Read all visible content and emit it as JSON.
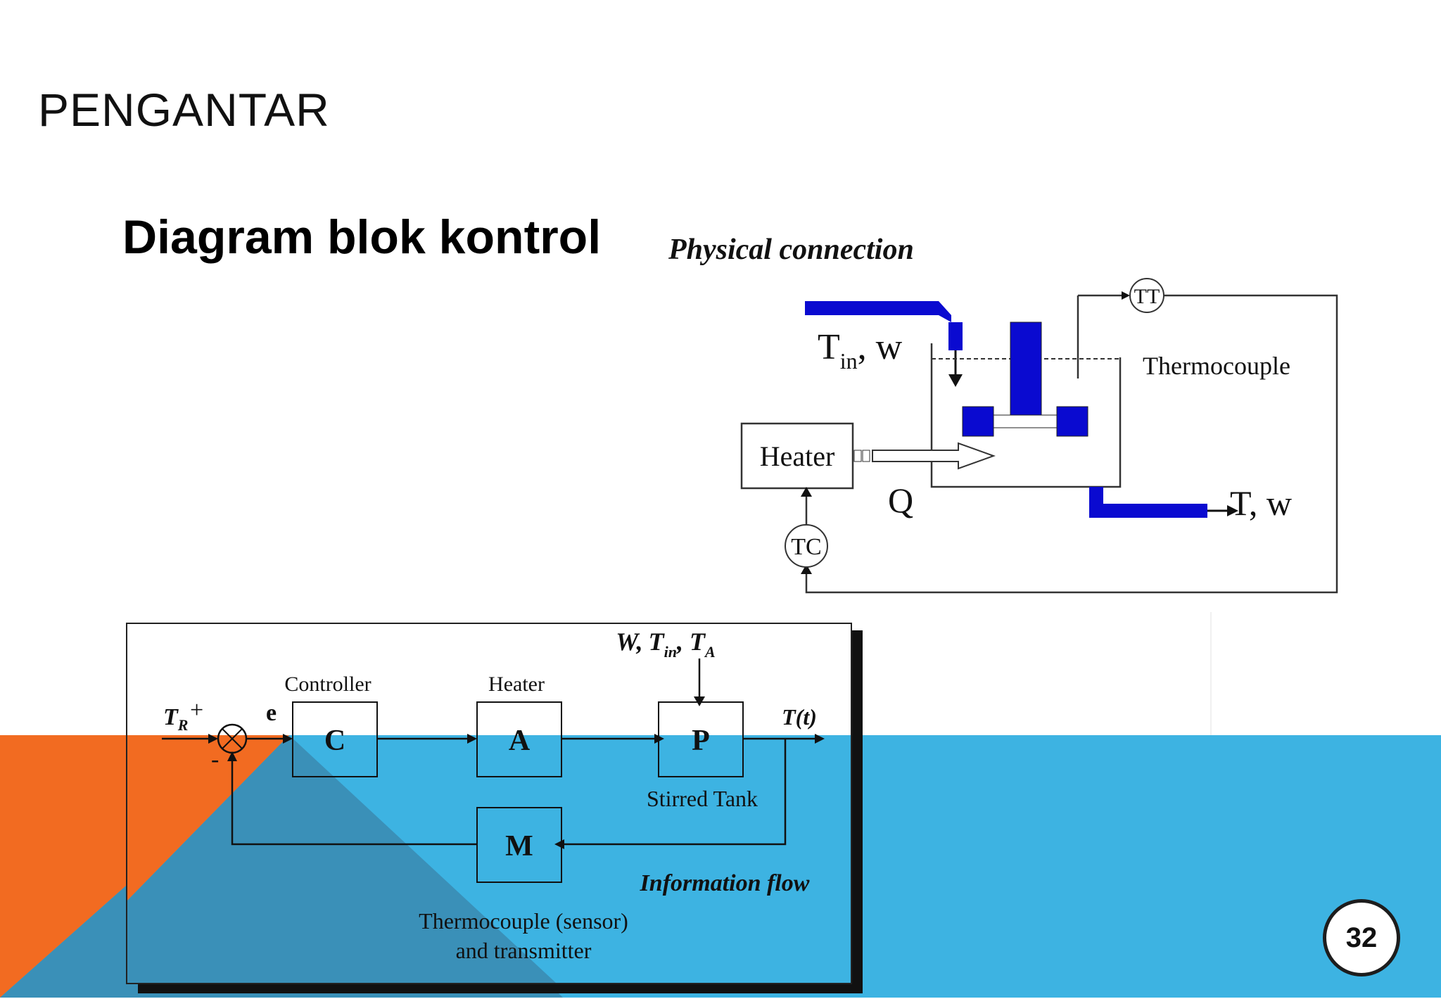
{
  "slide": {
    "title": "PENGANTAR",
    "subtitle": "Diagram blok kontrol",
    "page_number": "32"
  },
  "colors": {
    "orange": "#f26b21",
    "blue": "#3db3e2",
    "dark_blue_overlay": "#3a8ab0",
    "pipe_blue": "#0a0ad0"
  },
  "physical": {
    "heading": "Physical connection",
    "inlet_label": "T",
    "inlet_sub": "in",
    "inlet_rest": ", w",
    "thermocouple_label": "Thermocouple",
    "heater_label": "Heater",
    "heat_label": "Q",
    "outlet_label": "T, w",
    "tc_label": "TC",
    "tt_label": "TT"
  },
  "information": {
    "disturbance_w": "W,",
    "disturbance_t": "T",
    "disturbance_t_sub": "in",
    "disturbance_ta": "T",
    "disturbance_ta_sub": "A",
    "controller_label": "Controller",
    "heater_label": "Heater",
    "setpoint": "T",
    "setpoint_sub": "R",
    "plus_sign": "+",
    "minus_sign": "-",
    "error_label": "e",
    "block_c": "C",
    "block_a": "A",
    "block_p": "P",
    "block_m": "M",
    "output_label": "T(t)",
    "stirred_tank_label": "Stirred Tank",
    "info_flow_label": "Information flow",
    "sensor_line1": "Thermocouple (sensor)",
    "sensor_line2": "and transmitter"
  }
}
